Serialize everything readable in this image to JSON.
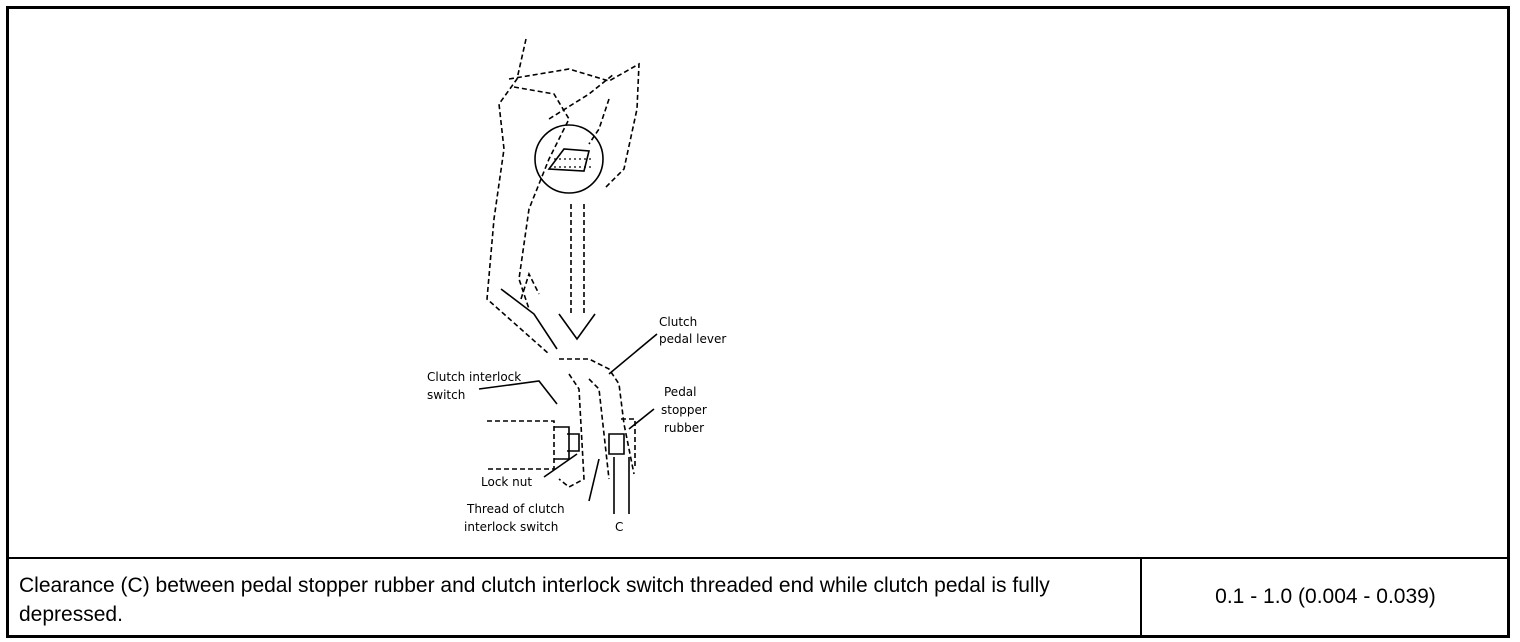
{
  "figure": {
    "labels": {
      "clutch_pedal_lever": [
        "Clutch",
        "pedal lever"
      ],
      "clutch_interlock_switch": [
        "Clutch interlock",
        "switch"
      ],
      "pedal_stopper_rubber": [
        "Pedal",
        "stopper",
        "rubber"
      ],
      "lock_nut": "Lock nut",
      "thread_of_switch": [
        "Thread of clutch",
        "interlock switch"
      ],
      "clearance_c": "C"
    }
  },
  "spec_row": {
    "description": "Clearance (C) between pedal stopper rubber and clutch interlock switch threaded end while clutch pedal is fully depressed.",
    "value": "0.1 - 1.0 (0.004 - 0.039)"
  }
}
